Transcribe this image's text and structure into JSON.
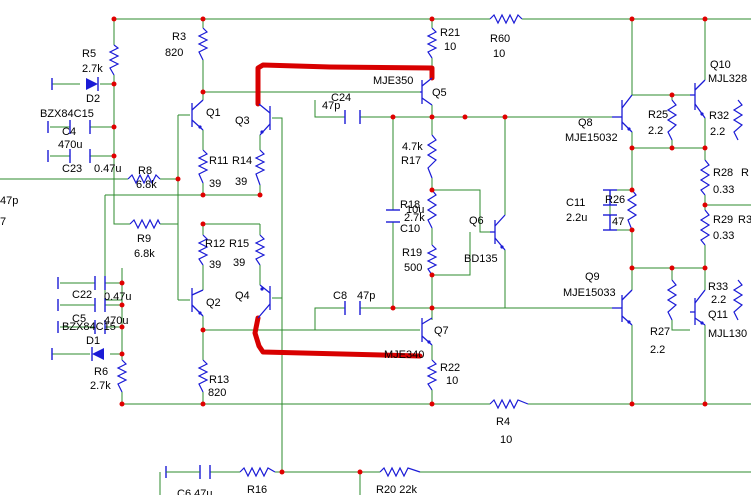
{
  "components": {
    "R3": {
      "ref": "R3",
      "value": "820"
    },
    "R5": {
      "ref": "R5",
      "value": "2.7k"
    },
    "D2": {
      "ref": "D2",
      "value": "BZX84C15"
    },
    "C4": {
      "ref": "C4",
      "value": "470u"
    },
    "C23": {
      "ref": "C23",
      "value": "0.47u"
    },
    "R8": {
      "ref": "R8",
      "value": "6.8k"
    },
    "R9": {
      "ref": "R9",
      "value": "6.8k"
    },
    "Q1": {
      "ref": "Q1"
    },
    "Q2": {
      "ref": "Q2"
    },
    "Q3": {
      "ref": "Q3"
    },
    "Q4": {
      "ref": "Q4"
    },
    "R11": {
      "ref": "R11",
      "value": "39"
    },
    "R14": {
      "ref": "R14",
      "value": "39"
    },
    "R12": {
      "ref": "R12",
      "value": "39"
    },
    "R15": {
      "ref": "R15",
      "value": "39"
    },
    "C22": {
      "ref": "C22",
      "value": "0.47u"
    },
    "C5": {
      "ref": "C5",
      "value": "470u"
    },
    "D1": {
      "ref": "D1",
      "value": "BZX84C15"
    },
    "R6": {
      "ref": "R6",
      "value": "2.7k"
    },
    "R13": {
      "ref": "R13",
      "value": "820"
    },
    "R21": {
      "ref": "R21",
      "value": "10"
    },
    "Q5": {
      "ref": "Q5",
      "value": "MJE350"
    },
    "C24": {
      "ref": "C24",
      "value": "47p"
    },
    "R60": {
      "ref": "R60",
      "value": "10"
    },
    "R17": {
      "ref": "R17",
      "value": "4.7k"
    },
    "R18": {
      "ref": "R18",
      "value": "2.7k"
    },
    "R18_alt": "10u",
    "C10": {
      "ref": "C10"
    },
    "R19": {
      "ref": "R19",
      "value": "500"
    },
    "Q6": {
      "ref": "Q6",
      "value": "BD135"
    },
    "C8": {
      "ref": "C8",
      "value": "47p"
    },
    "Q7": {
      "ref": "Q7",
      "value": "MJE340"
    },
    "R22": {
      "ref": "R22",
      "value": "10"
    },
    "R4": {
      "ref": "R4",
      "value": "10"
    },
    "Q8": {
      "ref": "Q8",
      "value": "MJE15032"
    },
    "Q9": {
      "ref": "Q9",
      "value": "MJE15033"
    },
    "C11": {
      "ref": "C11",
      "value": "2.2u"
    },
    "R26": {
      "ref": "R26",
      "value": "47"
    },
    "R25": {
      "ref": "R25",
      "value": "2.2"
    },
    "R27": {
      "ref": "R27",
      "value": "2.2"
    },
    "Q10": {
      "ref": "Q10",
      "value": "MJL328"
    },
    "Q11": {
      "ref": "Q11",
      "value": "MJL130"
    },
    "R32": {
      "ref": "R32",
      "value": "2.2"
    },
    "R33": {
      "ref": "R33",
      "value": "2.2"
    },
    "R28": {
      "ref": "R28",
      "value": "0.33"
    },
    "R29": {
      "ref": "R29",
      "value": "0.33"
    },
    "R16": {
      "ref": "R16"
    },
    "R20": {
      "ref": "R20",
      "value": "22k"
    },
    "C6": {
      "ref": "C6",
      "value": "47u"
    },
    "edge_left_1": "47p",
    "edge_left_2": "7",
    "edge_right_1": "R",
    "edge_right_2": "R3"
  },
  "colors": {
    "wire": "#2e8b2e",
    "component": "#1b1bd6",
    "node": "#e00000",
    "highlight": "#d80000"
  }
}
